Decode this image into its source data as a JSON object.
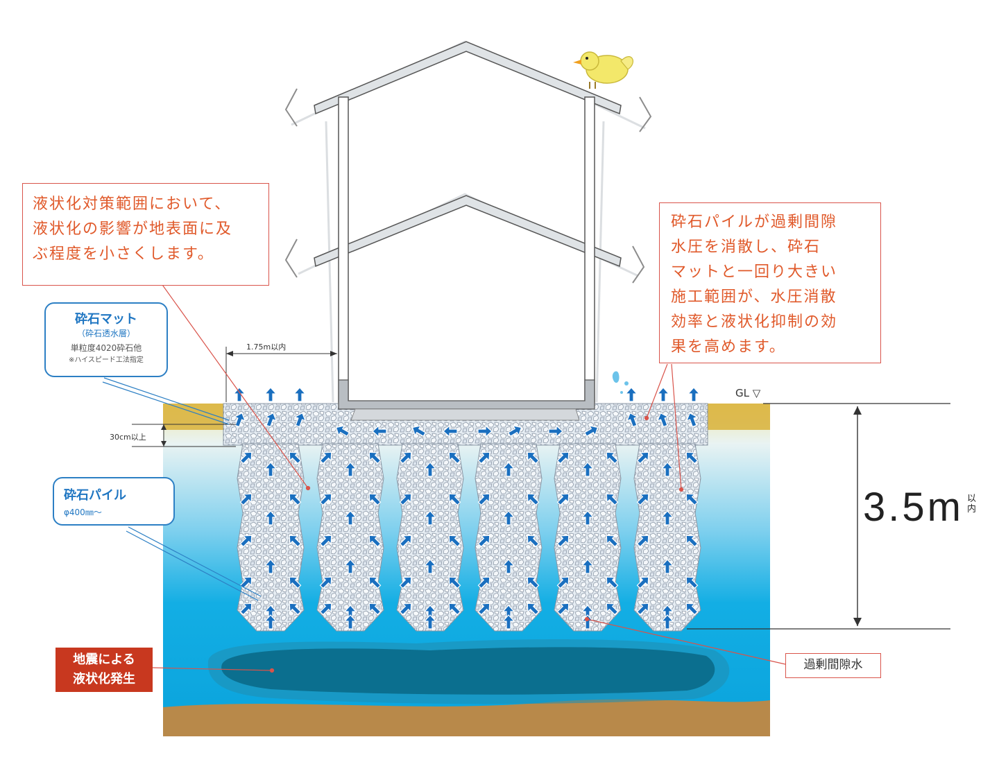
{
  "callouts": {
    "liquefaction_scope": {
      "lines": [
        "液状化対策範囲において、",
        "液状化の影響が地表面に及",
        "ぶ程度を小さくします。"
      ]
    },
    "pile_effect": {
      "lines": [
        "砕石パイルが過剰間隙",
        "水圧を消散し、砕石",
        "マットと一回り大きい",
        "施工範囲が、水圧消散",
        "効率と液状化抑制の効",
        "果を高めます。"
      ]
    }
  },
  "labels": {
    "mat_title": "砕石マット",
    "mat_sub": "（砕石透水層）",
    "mat_material": "単粒度4020砕石他",
    "mat_note": "※ハイスピード工法指定",
    "pile_title": "砕石パイル",
    "pile_diameter": "φ400㎜〜",
    "width_limit": "1.75m以内",
    "mat_thickness": "30cm以上",
    "gl_marker": "GL ▽",
    "depth_value": "3.5m",
    "depth_suffix_top": "以",
    "depth_suffix_bottom": "内",
    "liquefaction_tag": [
      "地震による",
      "液状化発生"
    ],
    "excess_water": "過剰間隙水"
  },
  "colors": {
    "callout_text": "#e0592a",
    "callout_border": "#d9534a",
    "blue_label": "#1f76c2",
    "arrow": "#1a6fbf",
    "water_top": "#d9ecf6",
    "water_deep": "#0aa7e0",
    "liquefied_zone": "#0b6f8f",
    "topsoil": "#d9b23a",
    "bottom_soil": "#b8894a",
    "tag_bg": "#c8381f"
  }
}
